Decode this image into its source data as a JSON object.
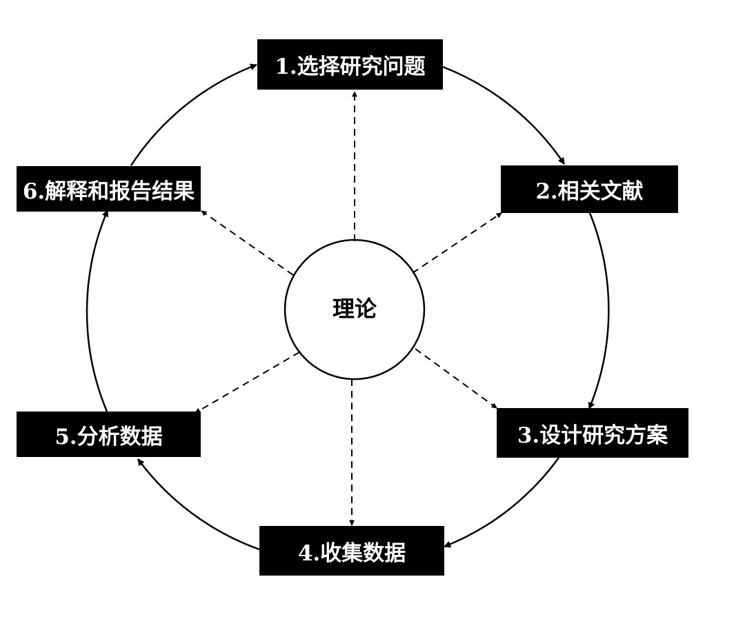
{
  "center": {
    "label": "理论"
  },
  "steps": [
    {
      "label": "1.选择研究问题"
    },
    {
      "label": "2.相关文献"
    },
    {
      "label": "3.设计研究方案"
    },
    {
      "label": "4.收集数据"
    },
    {
      "label": "5.分析数据"
    },
    {
      "label": "6.解释和报告结果"
    }
  ],
  "colors": {
    "box_fill": "#000000",
    "box_text": "#ffffff",
    "line": "#000000",
    "background": "#ffffff"
  }
}
